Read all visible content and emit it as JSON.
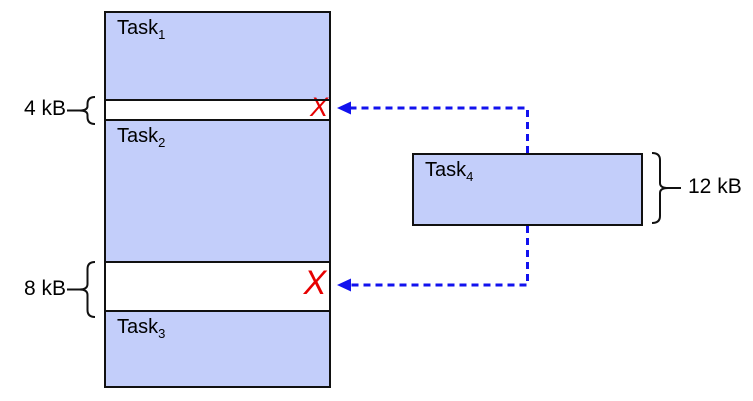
{
  "memory_map": {
    "segments": [
      {
        "label": "Task",
        "sub": "1"
      },
      {
        "size": "4 kB"
      },
      {
        "label": "Task",
        "sub": "2"
      },
      {
        "size": "8 kB"
      },
      {
        "label": "Task",
        "sub": "3"
      }
    ]
  },
  "incoming_task": {
    "label": "Task",
    "sub": "4",
    "size": "12 kB"
  },
  "no_fit_mark": "X",
  "colors": {
    "block_fill": "#c3cefa",
    "outline": "#111111",
    "arrow_blue": "#1212ee",
    "no_fit_red": "#e60000"
  }
}
